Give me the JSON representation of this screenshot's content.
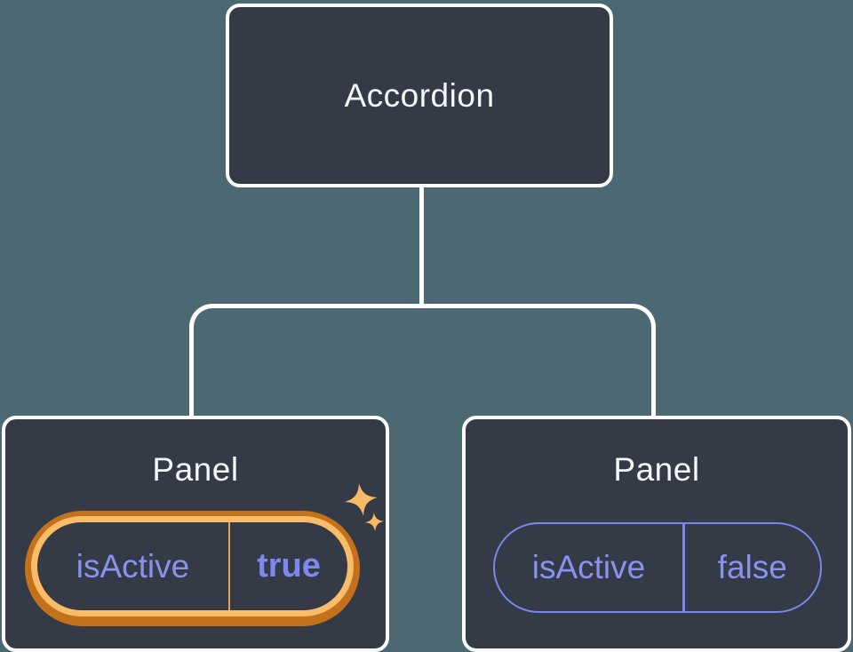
{
  "diagram": {
    "description": "Component tree diagram: an Accordion parent with two Panel children, each holding isActive state",
    "root_node": {
      "label": "Accordion"
    },
    "panels": [
      {
        "label": "Panel",
        "state_key": "isActive",
        "state_value": "true",
        "highlighted": true
      },
      {
        "label": "Panel",
        "state_key": "isActive",
        "state_value": "false",
        "highlighted": false
      }
    ]
  },
  "icons": {
    "sparkle_large": "four-point-star",
    "sparkle_small": "four-point-star"
  },
  "colors": {
    "background": "#4c6973",
    "node_fill": "#343a46",
    "node_border": "#ffffff",
    "connector": "#ffffff",
    "title_text": "#f5f6f8",
    "state_text": "#8992ee",
    "state_text_strong": "#7d88f0",
    "state_outline": "#7a86ea",
    "highlight_ring_outer": "#c4711c",
    "highlight_ring_inner": "#f9bc68",
    "highlight_divider": "#e2a35b",
    "sparkle": "#f8ba63"
  }
}
